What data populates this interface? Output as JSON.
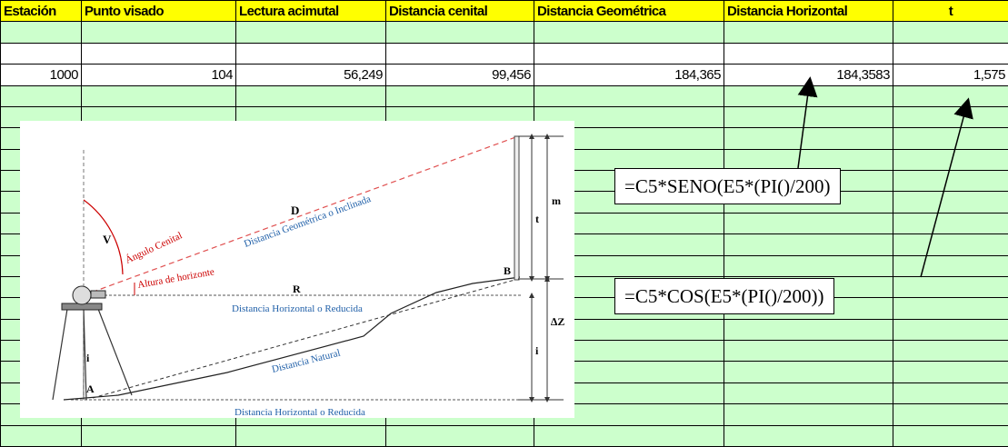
{
  "sheet": {
    "headers": [
      "Estación",
      "Punto visado",
      "Lectura acimutal",
      "Distancia cenital",
      "Distancia Geométrica",
      "Distancia Horizontal",
      "t"
    ],
    "row": [
      "1000",
      "104",
      "56,249",
      "99,456",
      "184,365",
      "184,3583",
      "1,575"
    ]
  },
  "formulas": {
    "horizontal": "=C5*SENO(E5*(PI()/200)",
    "t": "=C5*COS(E5*(PI()/200))"
  },
  "diagram": {
    "label_d": "D",
    "label_inclined": "Distancia Geométrica o Inclinada",
    "label_v": "V",
    "label_zenith_angle": "Ángulo Cenital",
    "label_horizon_height": "Altura de horizonte",
    "label_r": "R",
    "label_horizontal": "Distancia Horizontal o Reducida",
    "label_natural": "Distancia Natural",
    "label_horizontal_bottom": "Distancia Horizontal o Reducida",
    "label_a": "A",
    "label_b": "B",
    "label_t": "t",
    "label_m": "m",
    "label_i_left": "i",
    "label_i_right": "i",
    "label_dz": "∆Z"
  },
  "colors": {
    "header_fill": "#ffff00",
    "cell_fill": "#ccffcc",
    "red_label": "#cc0000",
    "blue_label": "#1f5fa8"
  }
}
